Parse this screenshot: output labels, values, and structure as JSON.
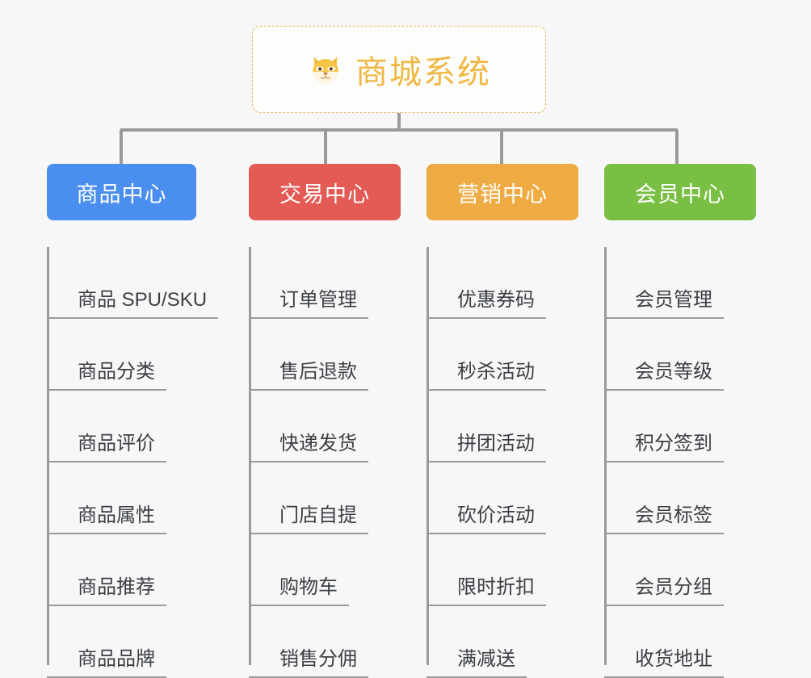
{
  "diagram": {
    "type": "mindmap-org-chart",
    "background_color": "#f7f7f7",
    "connector_color": "#9a9a9a"
  },
  "root": {
    "title": "商城系统",
    "icon": "shiba-dog-face-emoji",
    "text_color": "#f0b844",
    "border_color": "#e8b863",
    "background_color": "#fdfdfc"
  },
  "categories": [
    {
      "label": "商品中心",
      "color": "#4a8ef0",
      "items": [
        "商品 SPU/SKU",
        "商品分类",
        "商品评价",
        "商品属性",
        "商品推荐",
        "商品品牌"
      ]
    },
    {
      "label": "交易中心",
      "color": "#e35b54",
      "items": [
        "订单管理",
        "售后退款",
        "快递发货",
        "门店自提",
        "购物车",
        "销售分佣"
      ]
    },
    {
      "label": "营销中心",
      "color": "#eeab43",
      "items": [
        "优惠券码",
        "秒杀活动",
        "拼团活动",
        "砍价活动",
        "限时折扣",
        "满减送"
      ]
    },
    {
      "label": "会员中心",
      "color": "#79bf43",
      "items": [
        "会员管理",
        "会员等级",
        "积分签到",
        "会员标签",
        "会员分组",
        "收货地址"
      ]
    }
  ]
}
